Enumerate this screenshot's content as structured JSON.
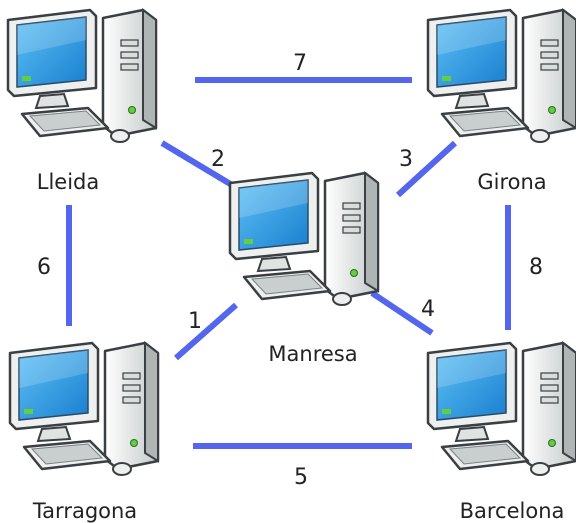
{
  "colors": {
    "edge": "#5566ee",
    "screen": "#2a9be0",
    "case_light": "#f2f4f3",
    "case_dark": "#b8bebd",
    "outline": "#3a3f44",
    "led": "#5fd040"
  },
  "icon": "desktop-computer-icon",
  "nodes": [
    {
      "id": "lleida",
      "label": "Lleida"
    },
    {
      "id": "girona",
      "label": "Girona"
    },
    {
      "id": "manresa",
      "label": "Manresa"
    },
    {
      "id": "tarragona",
      "label": "Tarragona"
    },
    {
      "id": "barcelona",
      "label": "Barcelona"
    }
  ],
  "edges": [
    {
      "from": "lleida",
      "to": "girona",
      "weight": "7"
    },
    {
      "from": "lleida",
      "to": "manresa",
      "weight": "2"
    },
    {
      "from": "girona",
      "to": "manresa",
      "weight": "3"
    },
    {
      "from": "lleida",
      "to": "tarragona",
      "weight": "6"
    },
    {
      "from": "girona",
      "to": "barcelona",
      "weight": "8"
    },
    {
      "from": "tarragona",
      "to": "manresa",
      "weight": "1"
    },
    {
      "from": "manresa",
      "to": "barcelona",
      "weight": "4"
    },
    {
      "from": "tarragona",
      "to": "barcelona",
      "weight": "5"
    }
  ]
}
